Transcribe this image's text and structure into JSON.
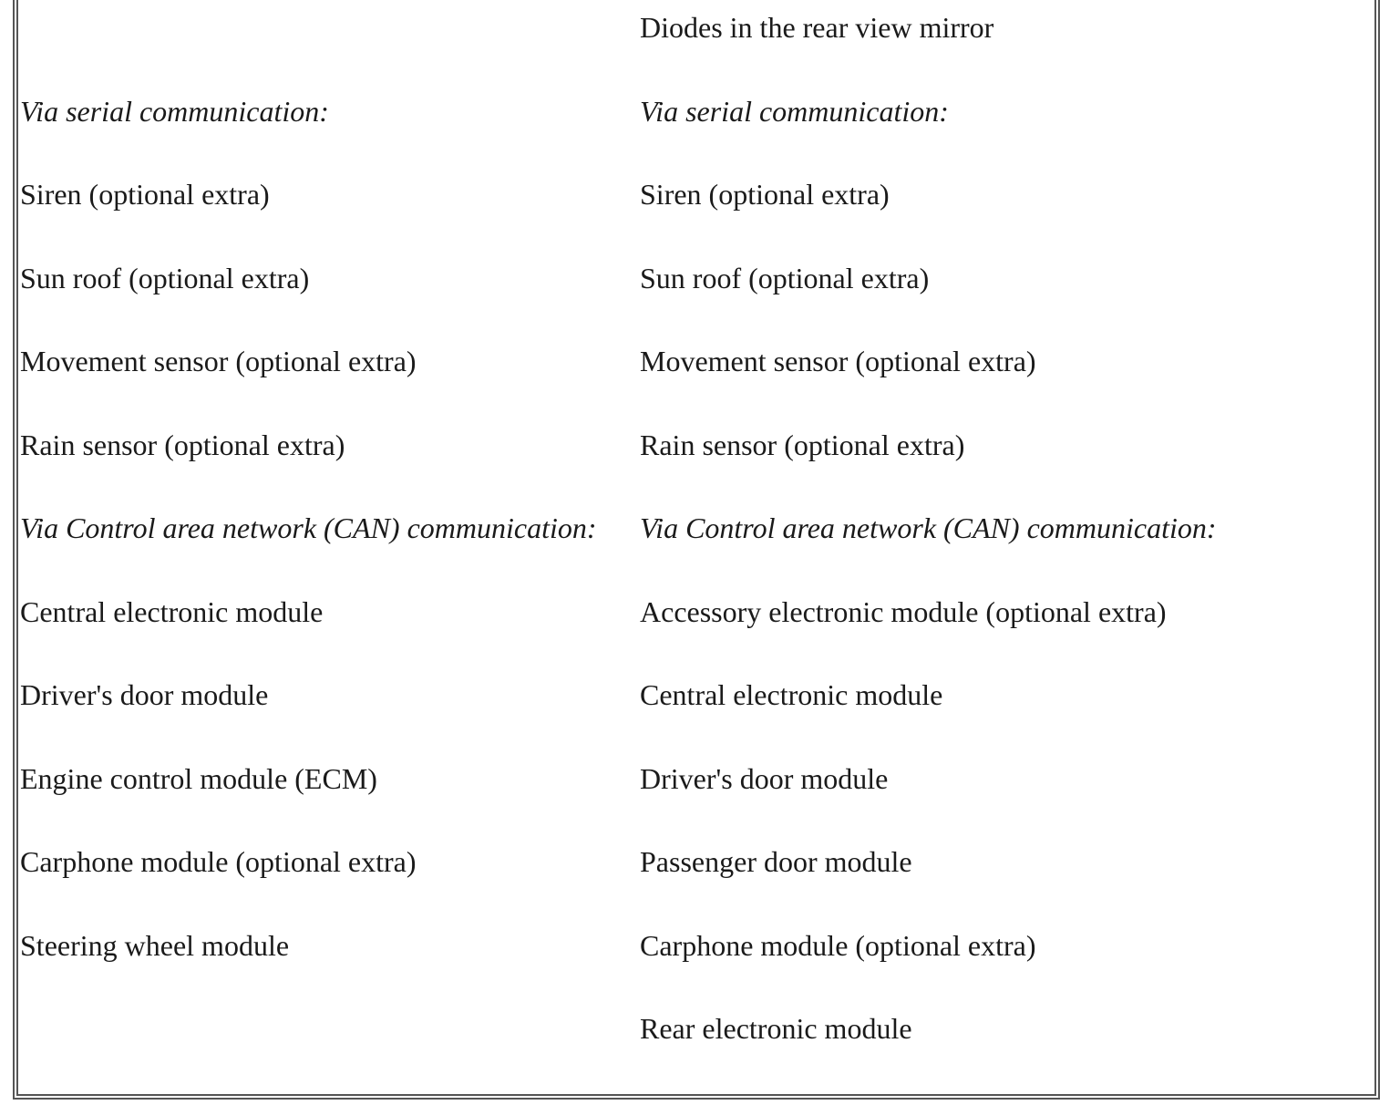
{
  "left_column": [
    {
      "text": "",
      "style": "normal"
    },
    {
      "text": "Via serial communication:",
      "style": "heading"
    },
    {
      "text": "Siren (optional extra)",
      "style": "normal"
    },
    {
      "text": "Sun roof (optional extra)",
      "style": "normal"
    },
    {
      "text": "Movement sensor (optional extra)",
      "style": "normal"
    },
    {
      "text": "Rain sensor (optional extra)",
      "style": "normal"
    },
    {
      "text": "Via Control area network (CAN) communication:",
      "style": "heading"
    },
    {
      "text": "Central electronic module",
      "style": "normal"
    },
    {
      "text": "Driver's door module",
      "style": "normal"
    },
    {
      "text": "Engine control module (ECM)",
      "style": "normal"
    },
    {
      "text": "Carphone module (optional extra)",
      "style": "normal"
    },
    {
      "text": "Steering wheel module",
      "style": "normal"
    },
    {
      "text": "",
      "style": "normal"
    }
  ],
  "right_column": [
    {
      "text": "Diodes in the rear view mirror",
      "style": "normal"
    },
    {
      "text": "Via serial communication:",
      "style": "heading"
    },
    {
      "text": "Siren (optional extra)",
      "style": "normal"
    },
    {
      "text": "Sun roof (optional extra)",
      "style": "normal"
    },
    {
      "text": "Movement sensor (optional extra)",
      "style": "normal"
    },
    {
      "text": "Rain sensor (optional extra)",
      "style": "normal"
    },
    {
      "text": "Via Control area network (CAN) communication:",
      "style": "heading"
    },
    {
      "text": "Accessory electronic module (optional extra)",
      "style": "normal"
    },
    {
      "text": "Central electronic module",
      "style": "normal"
    },
    {
      "text": "Driver's door module",
      "style": "normal"
    },
    {
      "text": "Passenger door module",
      "style": "normal"
    },
    {
      "text": "Carphone module (optional extra)",
      "style": "normal"
    },
    {
      "text": "Rear electronic module",
      "style": "normal"
    }
  ]
}
